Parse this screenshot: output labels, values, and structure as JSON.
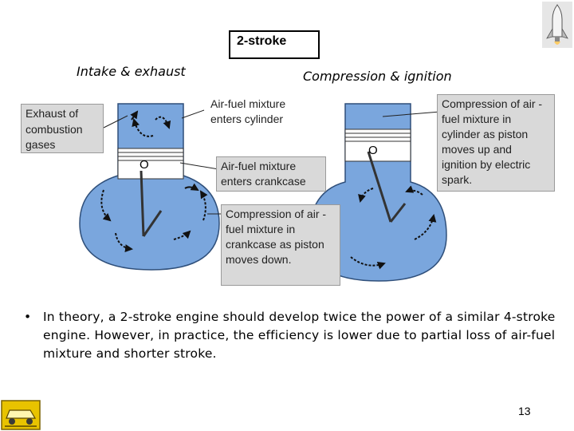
{
  "title": "2-stroke",
  "headings": {
    "left": "Intake & exhaust",
    "right": "Compression & ignition"
  },
  "callouts": {
    "exhaust": "Exhaust of combustion gases",
    "enters_cylinder": "Air-fuel mixture enters cylinder",
    "enters_crankcase": "Air-fuel mixture enters crankcase",
    "compression_crankcase": "Compression of air -fuel mixture in crankcase as piston moves down.",
    "compression_ignition": "Compression of air -fuel mixture in cylinder as piston moves up and ignition by electric spark."
  },
  "piston_labels": {
    "left": "O",
    "right": "O"
  },
  "bullet": "In theory, a 2-stroke engine should develop twice the power of a similar 4-stroke engine. However, in practice, the efficiency is lower due to partial loss of air-fuel mixture and shorter stroke.",
  "bullet_marker": "•",
  "page_number": "13",
  "icons": [
    "rocket-icon",
    "vehicle-logo-icon"
  ],
  "colors": {
    "engine_fill": "#7aa6dd",
    "engine_stroke": "#2f4f7a",
    "callout_bg": "#d9d9d9",
    "logo": "#e8c300"
  }
}
